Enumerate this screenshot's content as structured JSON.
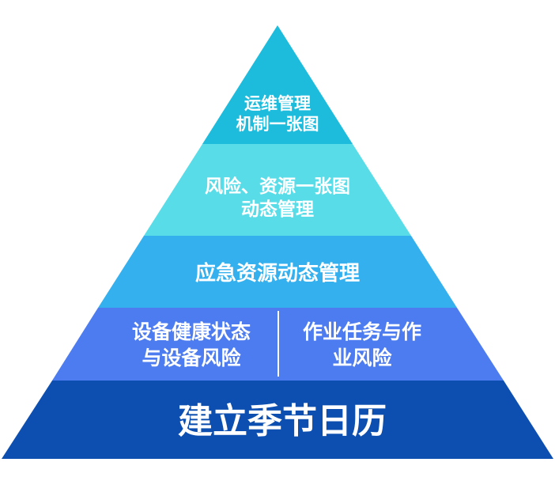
{
  "pyramid": {
    "tiers": [
      {
        "lines": [
          "运维管理",
          "机制一张图"
        ],
        "color": "#1ebcdc"
      },
      {
        "lines": [
          "风险、资源一张图",
          "动态管理"
        ],
        "color": "#58dde8"
      },
      {
        "lines": [
          "应急资源动态管理"
        ],
        "color": "#34b0ef"
      },
      {
        "left_lines": [
          "设备健康状态",
          "与设备风险"
        ],
        "right_lines": [
          "作业任务与作",
          "业风险"
        ],
        "color": "#4d7cf0"
      },
      {
        "lines": [
          "建立季节日历"
        ],
        "color": "#0d4fb0"
      }
    ]
  }
}
